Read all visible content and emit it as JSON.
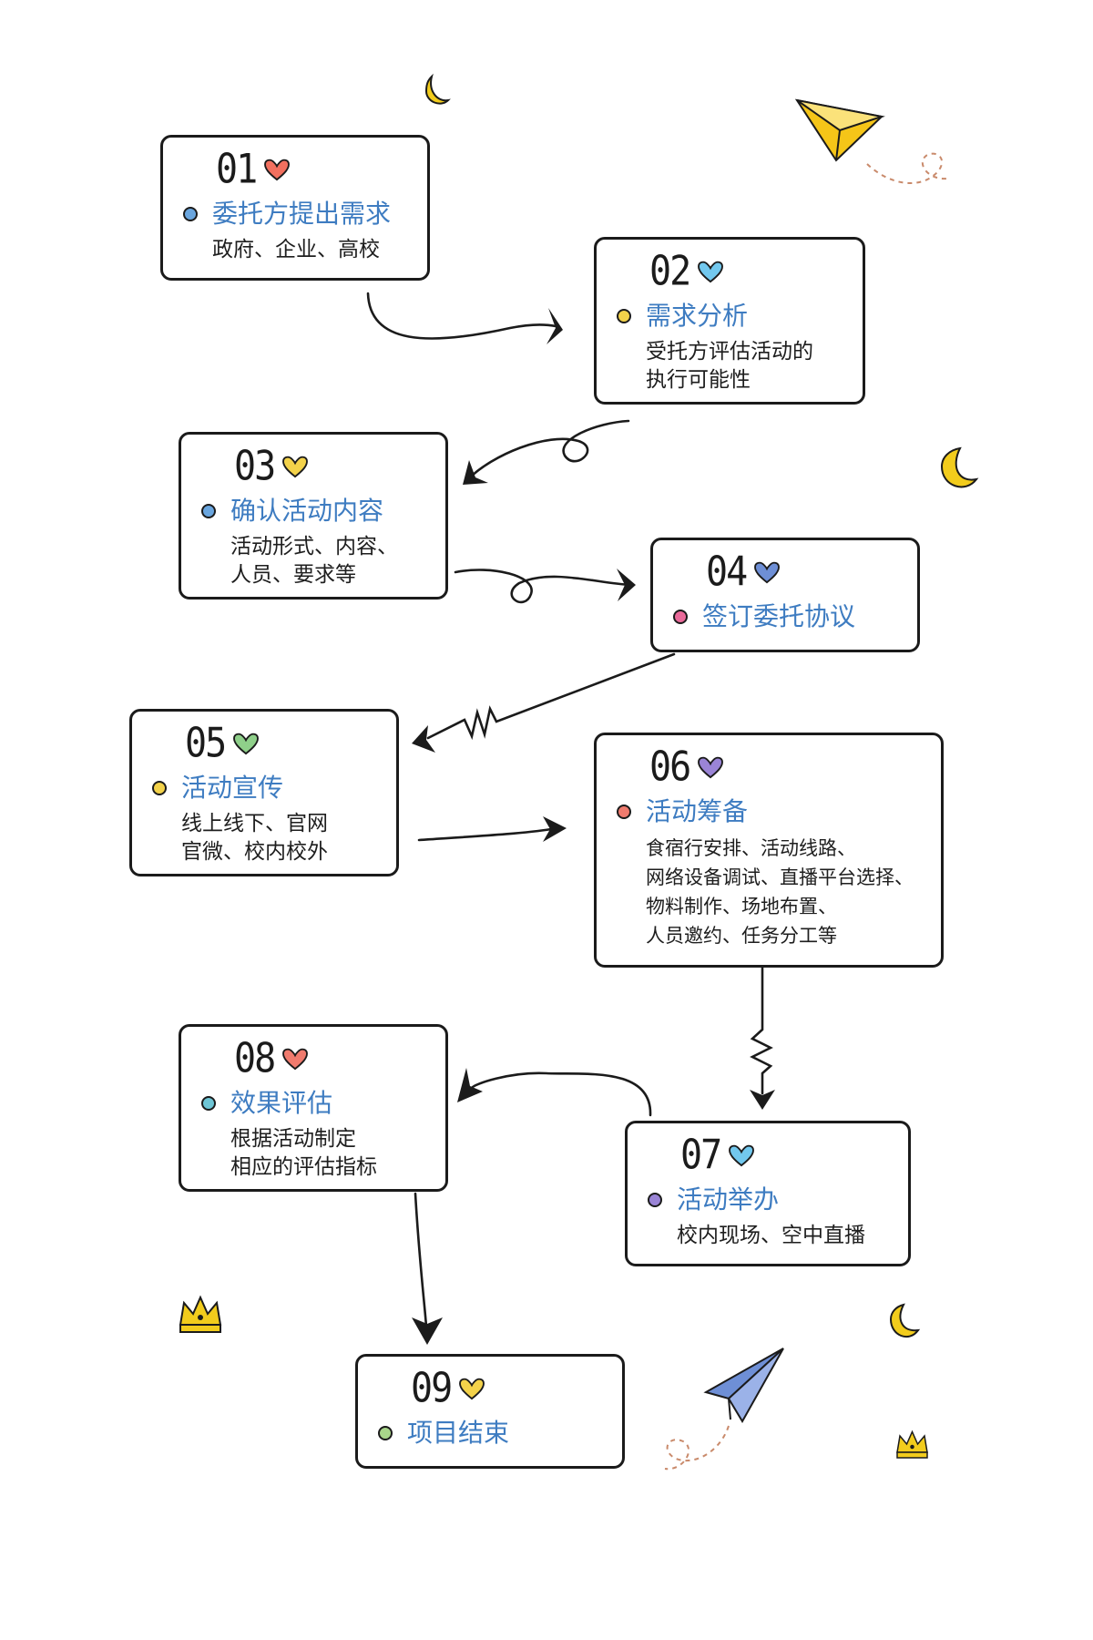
{
  "colors": {
    "title": "#3e7cc1",
    "line": "#1b1b1b",
    "plane_yellow": "#f5c518",
    "plane_blue": "#6e8fd6",
    "moon": "#f2cc1c",
    "dashes": "#c98a6b"
  },
  "steps": [
    {
      "number": "01",
      "title": "委托方提出需求",
      "desc": "政府、企业、高校",
      "dot_color": "#6aa6df",
      "heart_color": "#f2705f"
    },
    {
      "number": "02",
      "title": "需求分析",
      "desc": "受托方评估活动的\n执行可能性",
      "dot_color": "#f3d24a",
      "heart_color": "#72c8ee"
    },
    {
      "number": "03",
      "title": "确认活动内容",
      "desc": "活动形式、内容、\n人员、要求等",
      "dot_color": "#6aa6df",
      "heart_color": "#f3d24a"
    },
    {
      "number": "04",
      "title": "签订委托协议",
      "desc": "",
      "dot_color": "#ea6a9a",
      "heart_color": "#6e8fd6"
    },
    {
      "number": "05",
      "title": "活动宣传",
      "desc": "线上线下、官网\n官微、校内校外",
      "dot_color": "#f3d24a",
      "heart_color": "#8fd08a"
    },
    {
      "number": "06",
      "title": "活动筹备",
      "desc": "食宿行安排、活动线路、\n网络设备调试、直播平台选择、\n物料制作、场地布置、\n人员邀约、任务分工等",
      "dot_color": "#f07b6e",
      "heart_color": "#9a84d6"
    },
    {
      "number": "07",
      "title": "活动举办",
      "desc": "校内现场、空中直播",
      "dot_color": "#9a84d6",
      "heart_color": "#72c8ee"
    },
    {
      "number": "08",
      "title": "效果评估",
      "desc": "根据活动制定\n相应的评估指标",
      "dot_color": "#6ec6d6",
      "heart_color": "#f07b6e"
    },
    {
      "number": "09",
      "title": "项目结束",
      "desc": "",
      "dot_color": "#a9d68a",
      "heart_color": "#f3d24a"
    }
  ],
  "decorations": {
    "plane": "paper-plane-icon",
    "moon": "crescent-moon-icon",
    "crown": "crown-icon",
    "heart": "heart-icon"
  }
}
